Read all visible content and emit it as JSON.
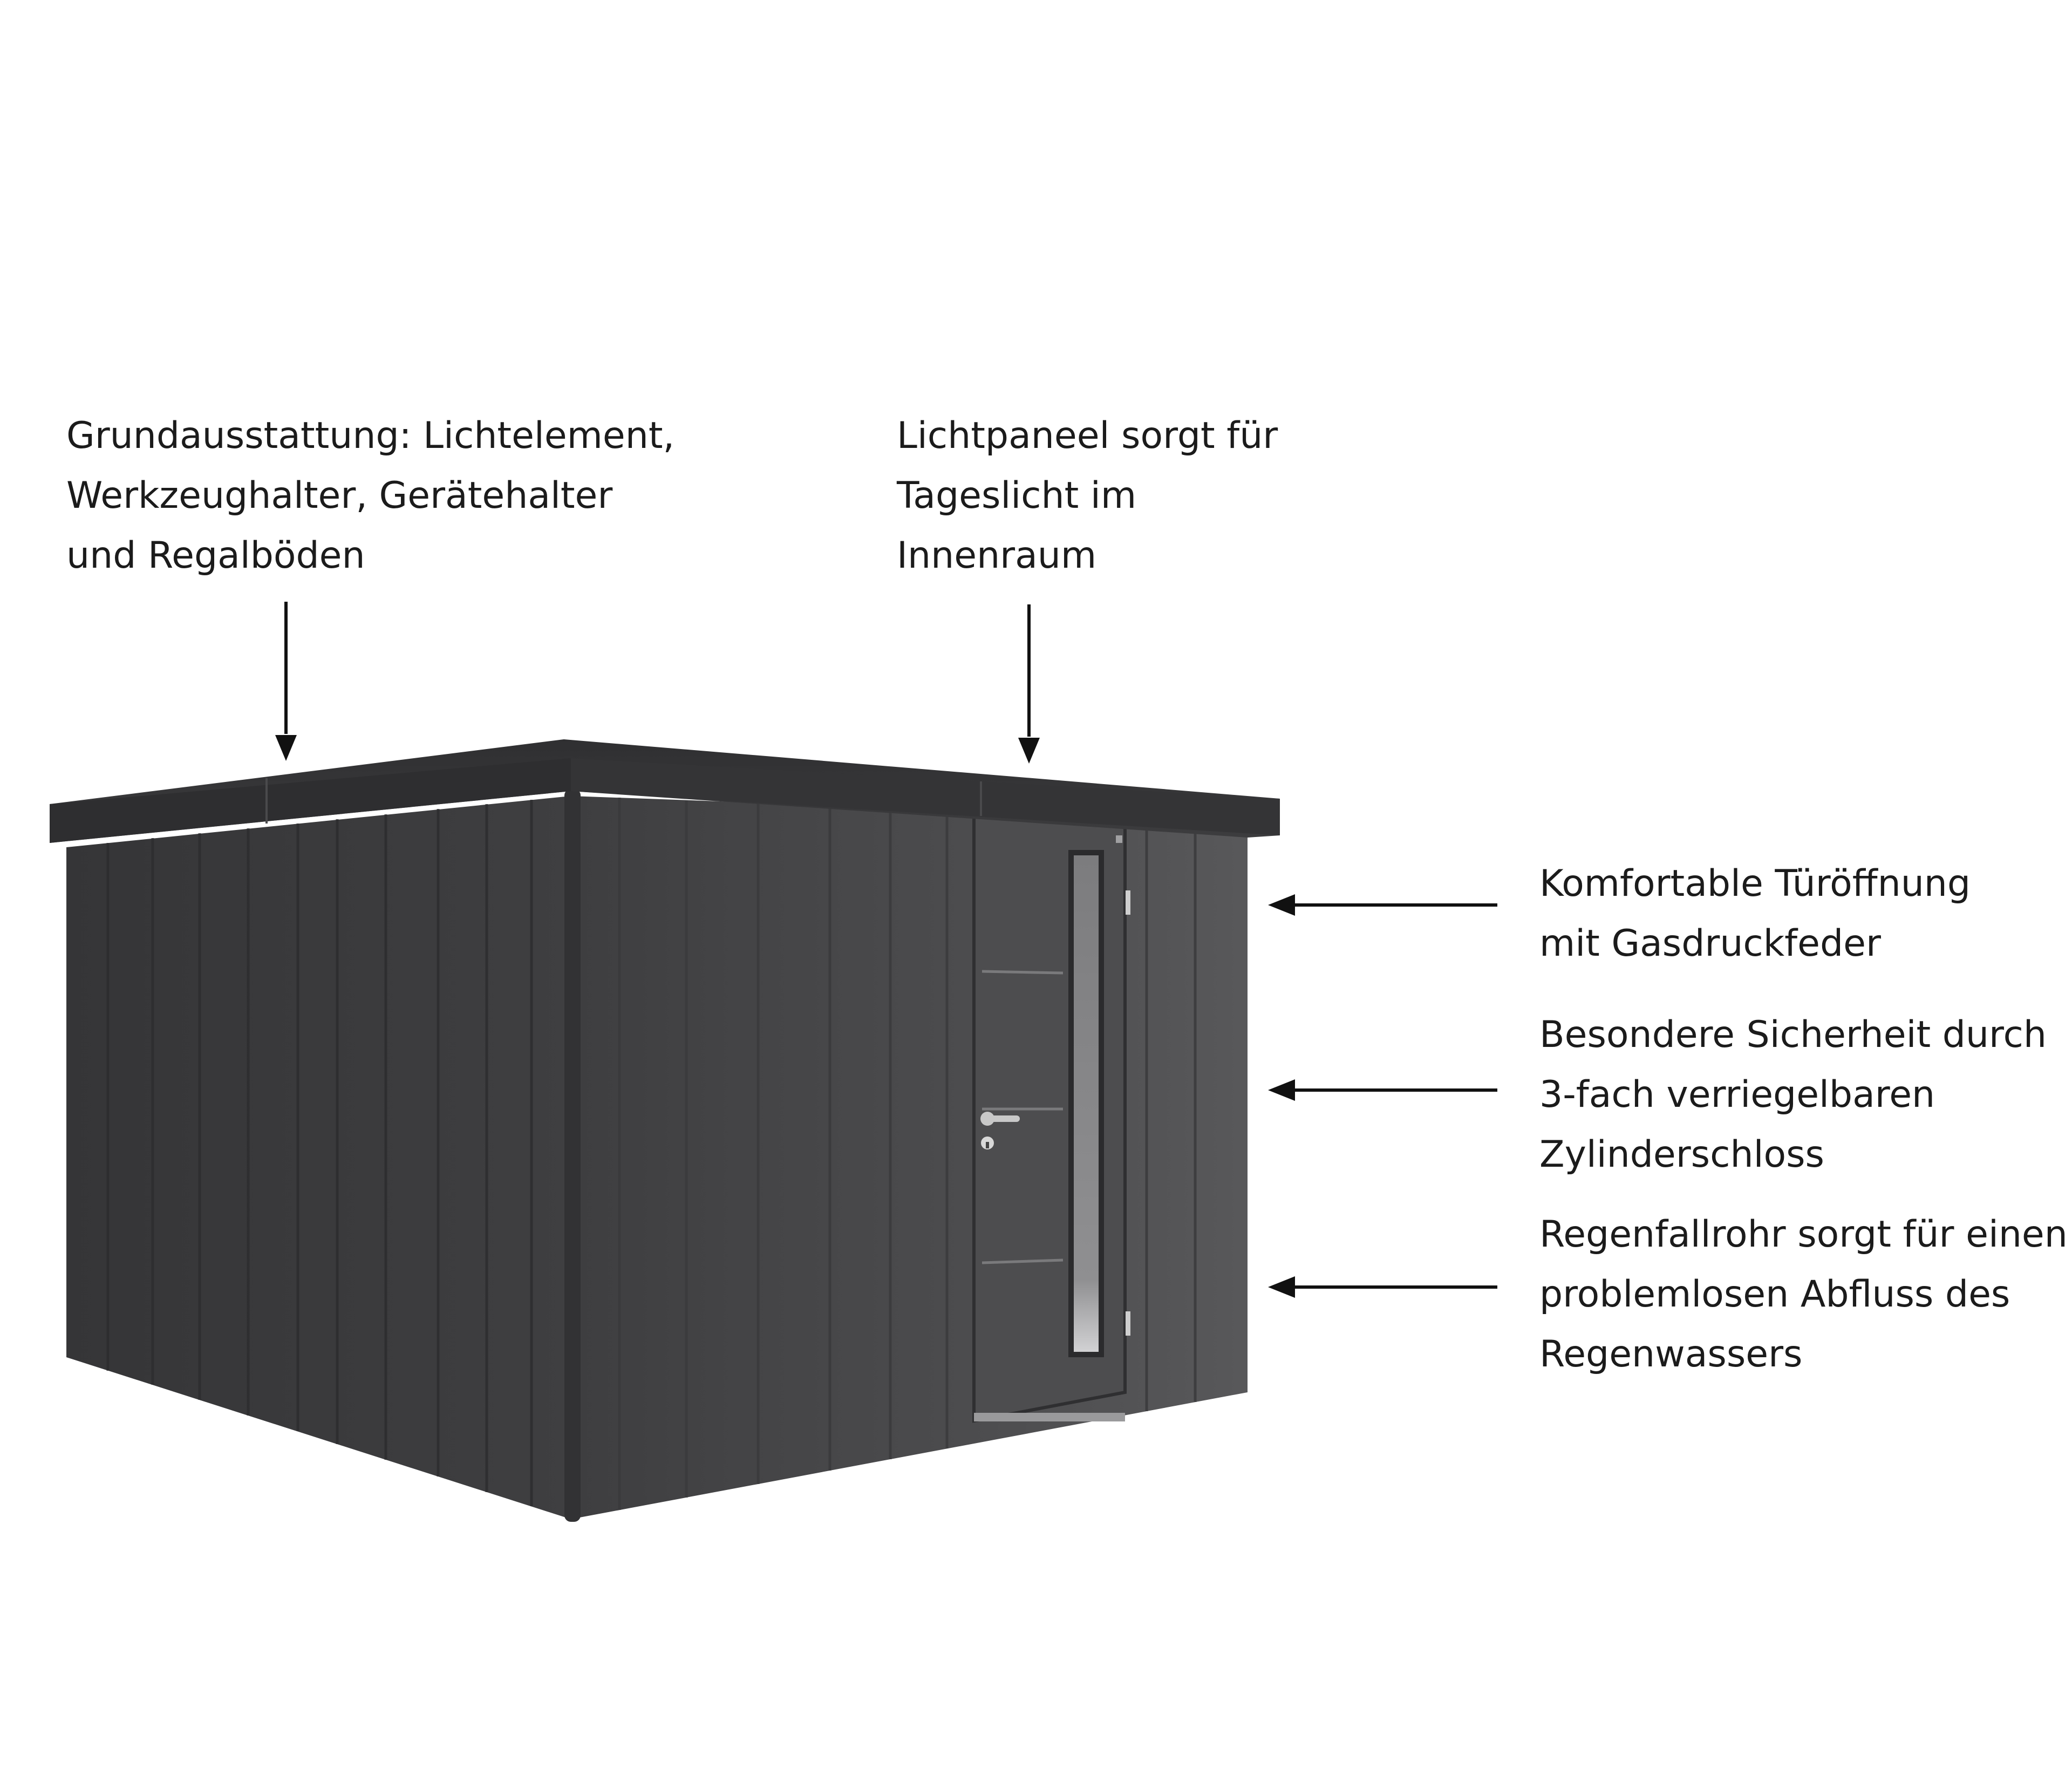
{
  "annotations": {
    "top_left": {
      "lines": [
        "Grundausstattung: Lichtelement,",
        "Werkzeughalter, Gerätehalter",
        "und Regalböden"
      ]
    },
    "top_mid": {
      "lines": [
        "Lichtpaneel sorgt für",
        "Tageslicht im",
        "Innenraum"
      ]
    },
    "right_1": {
      "lines": [
        "Komfortable Türöffnung",
        "mit Gasdruckfeder"
      ]
    },
    "right_2": {
      "lines": [
        "Besondere Sicherheit durch",
        "3-fach verriegelbaren",
        "Zylinderschloss"
      ]
    },
    "right_3": {
      "lines": [
        "Regenfallrohr sorgt für einen",
        "problemlosen Abfluss des",
        "Regenwassers"
      ]
    }
  },
  "colors": {
    "background": "#ffffff",
    "text": "#1b1b1b",
    "arrow": "#111111",
    "shed_front": "#4a4a4c",
    "shed_side": "#3a3a3c",
    "shed_roof": "#37373a",
    "door_window": "#8a8a8c",
    "hardware": "#c8c8c8"
  },
  "icons": {
    "arrows": [
      "arrow-down-icon",
      "arrow-down-icon",
      "arrow-left-icon",
      "arrow-left-icon",
      "arrow-left-icon"
    ]
  }
}
